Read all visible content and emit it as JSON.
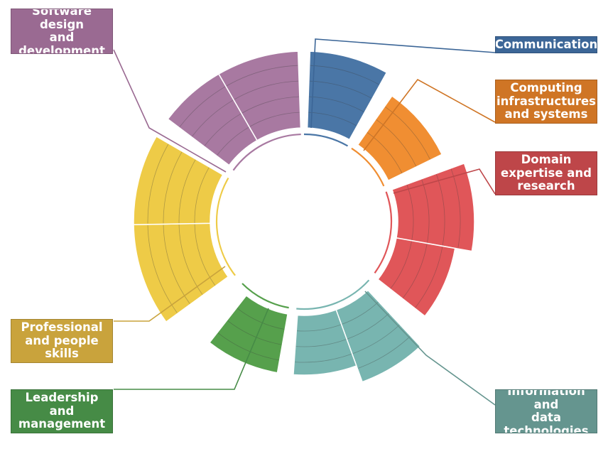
{
  "categories": [
    {
      "id": "comm",
      "label": "Communication",
      "color": "#4a76a6",
      "leader": "#3c6697"
    },
    {
      "id": "computing",
      "label": "Computing infrastructures and systems",
      "color": "#f08e32",
      "leader": "#cf7525"
    },
    {
      "id": "domain",
      "label": "Domain expertise and research",
      "color": "#e05659",
      "leader": "#be4649"
    },
    {
      "id": "info",
      "label": "Information and data technologies",
      "color": "#78b5b0",
      "leader": "#65958f"
    },
    {
      "id": "lead",
      "label": "Leadership and management",
      "color": "#56a04c",
      "leader": "#468b46"
    },
    {
      "id": "prof",
      "label": "Professional and people skills",
      "color": "#eecb47",
      "leader": "#c9a33c"
    },
    {
      "id": "software",
      "label": "Software design and development",
      "color": "#a879a1",
      "leader": "#9a6a92"
    }
  ],
  "labels": {
    "software": "Software design\nand development",
    "comm": "Communication",
    "computing": "Computing\ninfrastructures\nand systems",
    "domain": "Domain\nexpertise and\nresearch",
    "prof": "Professional\nand people\nskills",
    "lead": "Leadership and\nmanagement",
    "info": "Information and\ndata\ntechnologies"
  }
}
